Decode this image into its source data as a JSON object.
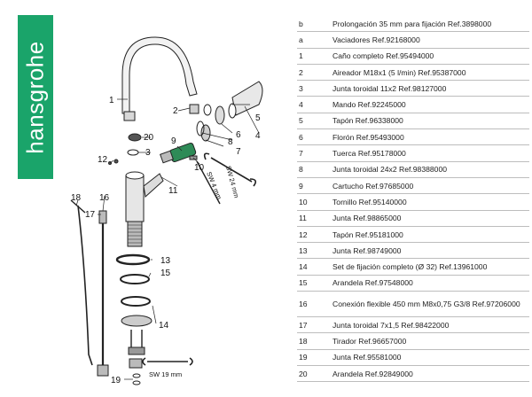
{
  "brand": {
    "name": "hansgrohe",
    "color": "#1aa46a"
  },
  "callouts": {
    "n1": "1",
    "n2": "2",
    "n3": "3",
    "n4": "4",
    "n5": "5",
    "n6": "6",
    "n7": "7",
    "n8": "8",
    "n9": "9",
    "n10": "10",
    "n11": "11",
    "n12": "12",
    "n13": "13",
    "n14": "14",
    "n15": "15",
    "n16": "16",
    "n17": "17",
    "n18": "18",
    "n19": "19",
    "n20": "20",
    "sw24": "SW 24 mm",
    "sw4": "SW 4 mm",
    "sw19": "SW 19 mm"
  },
  "parts": [
    {
      "key": "b",
      "desc": "Prolongación 35 mm para fijación Ref.3898000"
    },
    {
      "key": "a",
      "desc": "Vaciadores Ref.92168000"
    },
    {
      "key": "1",
      "desc": "Caño completo Ref.95494000"
    },
    {
      "key": "2",
      "desc": "Aireador M18x1 (5 l/min) Ref.95387000"
    },
    {
      "key": "3",
      "desc": "Junta toroidal 11x2 Ref.98127000"
    },
    {
      "key": "4",
      "desc": "Mando Ref.92245000"
    },
    {
      "key": "5",
      "desc": "Tapón Ref.96338000"
    },
    {
      "key": "6",
      "desc": "Florón Ref.95493000"
    },
    {
      "key": "7",
      "desc": "Tuerca Ref.95178000"
    },
    {
      "key": "8",
      "desc": "Junta toroidal 24x2 Ref.98388000"
    },
    {
      "key": "9",
      "desc": "Cartucho Ref.97685000"
    },
    {
      "key": "10",
      "desc": "Tornillo Ref.95140000"
    },
    {
      "key": "11",
      "desc": "Junta Ref.98865000"
    },
    {
      "key": "12",
      "desc": "Tapón Ref.95181000"
    },
    {
      "key": "13",
      "desc": "Junta Ref.98749000"
    },
    {
      "key": "14",
      "desc": "Set de fijación completo (Ø 32) Ref.13961000"
    },
    {
      "key": "15",
      "desc": "Arandela Ref.97548000"
    },
    {
      "key": "16",
      "desc": "Conexión flexible 450 mm M8x0,75 G3/8 Ref.97206000"
    },
    {
      "key": "17",
      "desc": "Junta toroidal 7x1,5 Ref.98422000"
    },
    {
      "key": "18",
      "desc": "Tirador Ref.96657000"
    },
    {
      "key": "19",
      "desc": "Junta Ref.95581000"
    },
    {
      "key": "20",
      "desc": "Arandela Ref.92849000"
    }
  ]
}
